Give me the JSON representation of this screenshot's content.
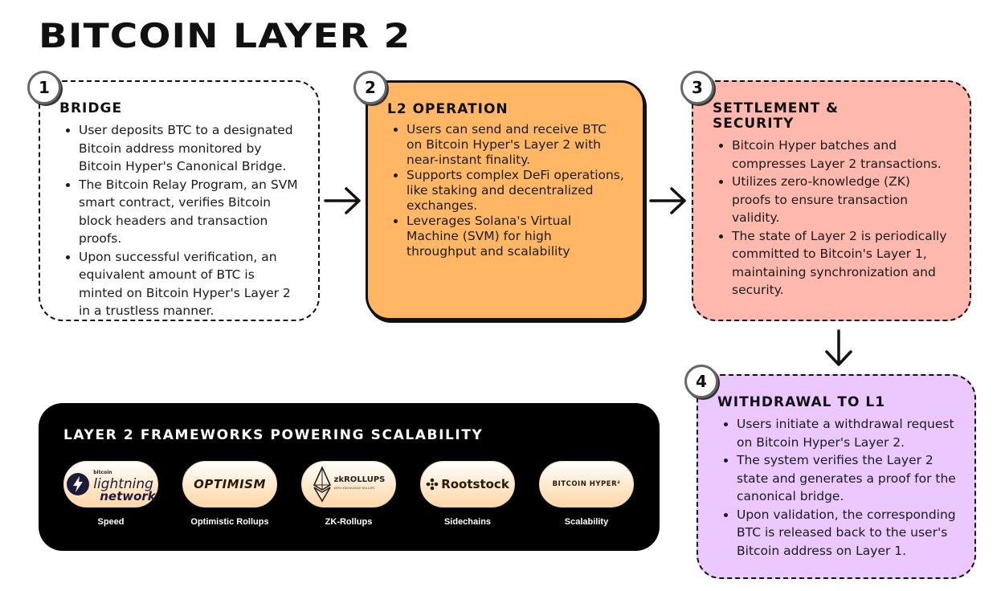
{
  "title": "BITCOIN LAYER 2",
  "steps": [
    {
      "number": "1",
      "heading": "BRIDGE",
      "bullets": [
        "User deposits BTC to a designated Bitcoin address monitored by Bitcoin Hyper's Canonical Bridge.",
        "The Bitcoin Relay Program, an SVM smart contract, verifies Bitcoin block headers and transaction proofs.",
        "Upon successful verification, an equivalent amount of BTC is minted on Bitcoin Hyper's Layer 2 in a trustless manner."
      ],
      "color": "#ffffff"
    },
    {
      "number": "2",
      "heading": "L2 OPERATION",
      "bullets": [
        "Users can send and receive BTC on Bitcoin Hyper's Layer 2 with near-instant finality.",
        "Supports complex DeFi operations, like staking and decentralized exchanges.",
        "Leverages Solana's Virtual Machine (SVM) for high throughput and scalability"
      ],
      "color": "#ffb765"
    },
    {
      "number": "3",
      "heading": "SETTLEMENT & SECURITY",
      "bullets": [
        "Bitcoin Hyper batches and compresses Layer 2 transactions.",
        "Utilizes zero-knowledge (ZK) proofs to ensure transaction validity.",
        "The state of Layer 2 is periodically committed to Bitcoin's Layer 1, maintaining synchronization and security."
      ],
      "color": "#ffb8ae"
    },
    {
      "number": "4",
      "heading": "WITHDRAWAL TO L1",
      "bullets": [
        "Users initiate a withdrawal request on Bitcoin Hyper's Layer 2.",
        "The system verifies the Layer 2 state and generates a proof for the canonical bridge.",
        "Upon validation, the corresponding BTC is released back to the user's Bitcoin address on Layer 1."
      ],
      "color": "#ebc8ff"
    }
  ],
  "frameworks": {
    "heading": "LAYER 2 FRAMEWORKS POWERING SCALABILITY",
    "items": [
      {
        "logo_small": "bitcoin",
        "logo_line1": "lightning",
        "logo_line2": "network",
        "label": "Speed"
      },
      {
        "logo": "OPTIMISM",
        "label": "Optimistic Rollups"
      },
      {
        "logo": "zkROLLUPS",
        "logo_sub": "ZERO KNOWLEDGE ROLLUPS",
        "label": "ZK-Rollups"
      },
      {
        "logo": "Rootstock",
        "label": "Sidechains"
      },
      {
        "logo": "BITCOIN HYPER²",
        "label": "Scalability"
      }
    ]
  }
}
